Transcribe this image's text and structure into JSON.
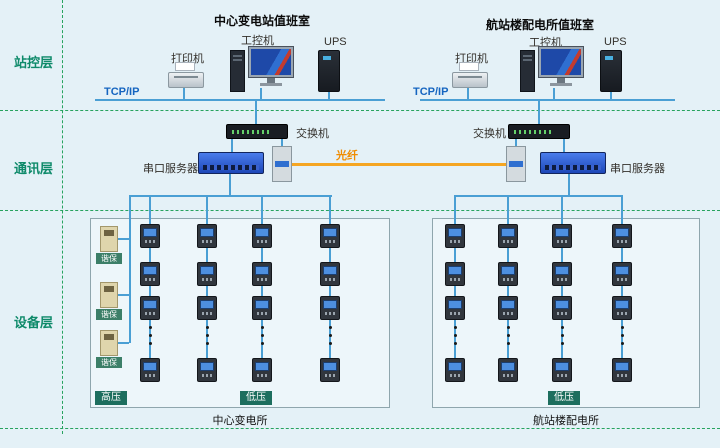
{
  "layers": {
    "station": "站控层",
    "comm": "通讯层",
    "device": "设备层"
  },
  "rooms": {
    "left": {
      "title": "中心变电站值班室",
      "printer": "打印机",
      "pc": "工控机",
      "ups": "UPS",
      "network": "TCP/IP",
      "switch": "交换机",
      "serial_server": "串口服务器"
    },
    "right": {
      "title": "航站楼配电所值班室",
      "printer": "打印机",
      "pc": "工控机",
      "ups": "UPS",
      "network": "TCP/IP",
      "switch": "交换机",
      "serial_server": "串口服务器"
    }
  },
  "fiber_label": "光纤",
  "device_layer": {
    "left_box": {
      "hv_badge": "高压",
      "lv_badge": "低压",
      "caption": "中心变电所",
      "relay_labels": [
        "谐保",
        "谐保",
        "谐保"
      ]
    },
    "right_box": {
      "lv_badge": "低压",
      "caption": "航站楼配电所"
    }
  },
  "colors": {
    "line_blue": "#4a9fd4",
    "fiber_orange": "#f5a623",
    "dashed_green": "#27a35f",
    "layer_label_teal": "#0e8a6a",
    "network_blue": "#1565c0",
    "badge_teal": "#1d6e5e"
  }
}
